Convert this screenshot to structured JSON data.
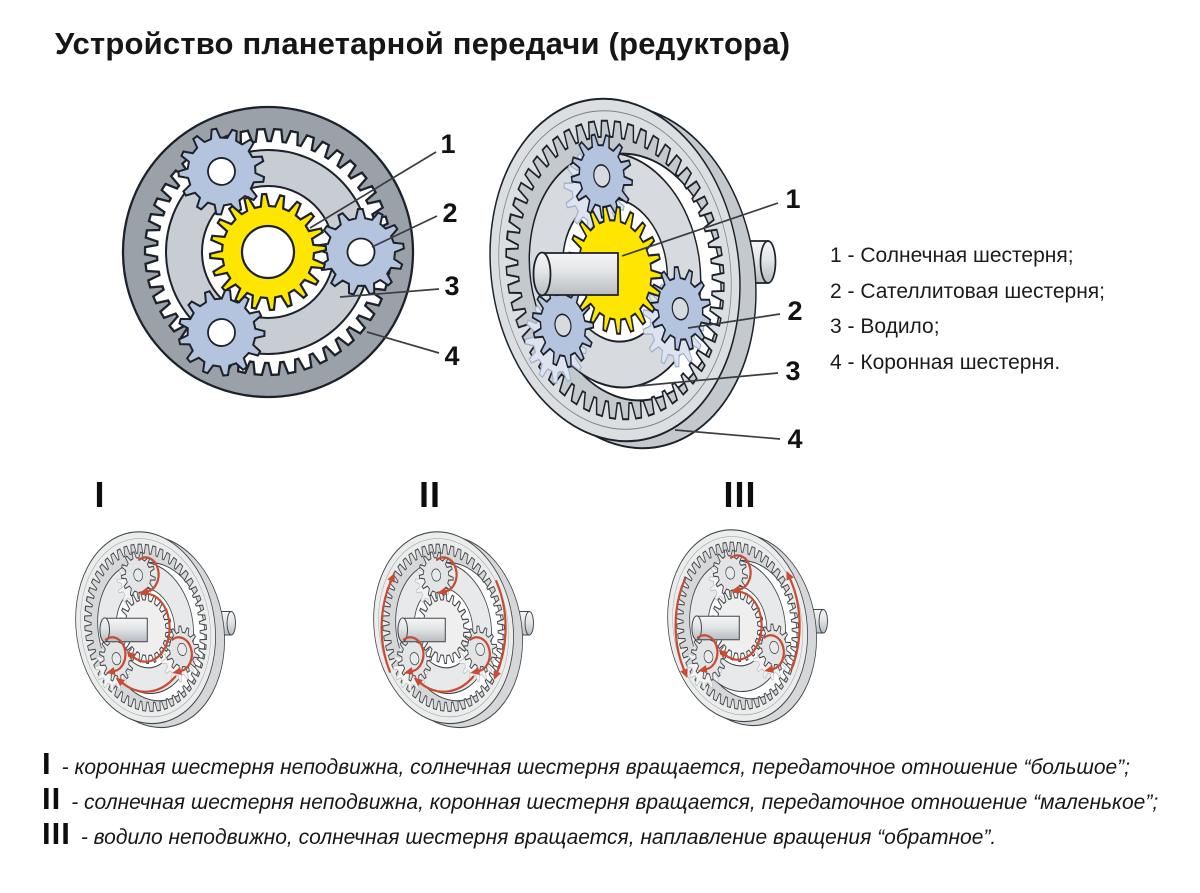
{
  "title": "Устройство планетарной передачи (редуктора)",
  "legend": {
    "items": [
      "1 - Солнечная шестерня;",
      "2 - Сателлитовая шестерня;",
      "3 - Водило;",
      "4 - Коронная шестерня."
    ]
  },
  "callouts": [
    "1",
    "2",
    "3",
    "4"
  ],
  "modes": [
    {
      "numeral": "I",
      "caption": "- коронная шестерня неподвижна, солнечная шестерня вращается, передаточное отношение “большое”;"
    },
    {
      "numeral": "II",
      "caption": "- солнечная шестерня неподвижна, коронная шестерня вращается, передаточное отношение “маленькое”;"
    },
    {
      "numeral": "III",
      "caption": "- водило неподвижно, солнечная шестерня вращается, наплавление вращения “обратное”."
    }
  ],
  "colors": {
    "outline": "#1d212a",
    "callout_line": "#3a3d42",
    "sun": "#ffe600",
    "planet": "#b4c4df",
    "planet_pocket": "#dde4ef",
    "pocket_stroke": "#9fb0c9",
    "carrier": "#c8cdd3",
    "ring": "#9aa1a8",
    "ring3d_face": "#dcdfe2",
    "ring3d_rim": "#c4c9cd",
    "carrier3d": "#d7dade",
    "mono_face": "#ebecec",
    "mono_rim": "#d5d7d8",
    "mono_gear": "#e3e4e5",
    "mono_sun": "#efefef",
    "mono_pocket": "#f3f3f3",
    "mono_pocket_stroke": "#b9bcbf",
    "mono_outline": "#43474b",
    "arrow": "#c94b32",
    "shaft_light": "#f4f5f6",
    "shaft_dark": "#b7bcc0",
    "white": "#ffffff"
  }
}
